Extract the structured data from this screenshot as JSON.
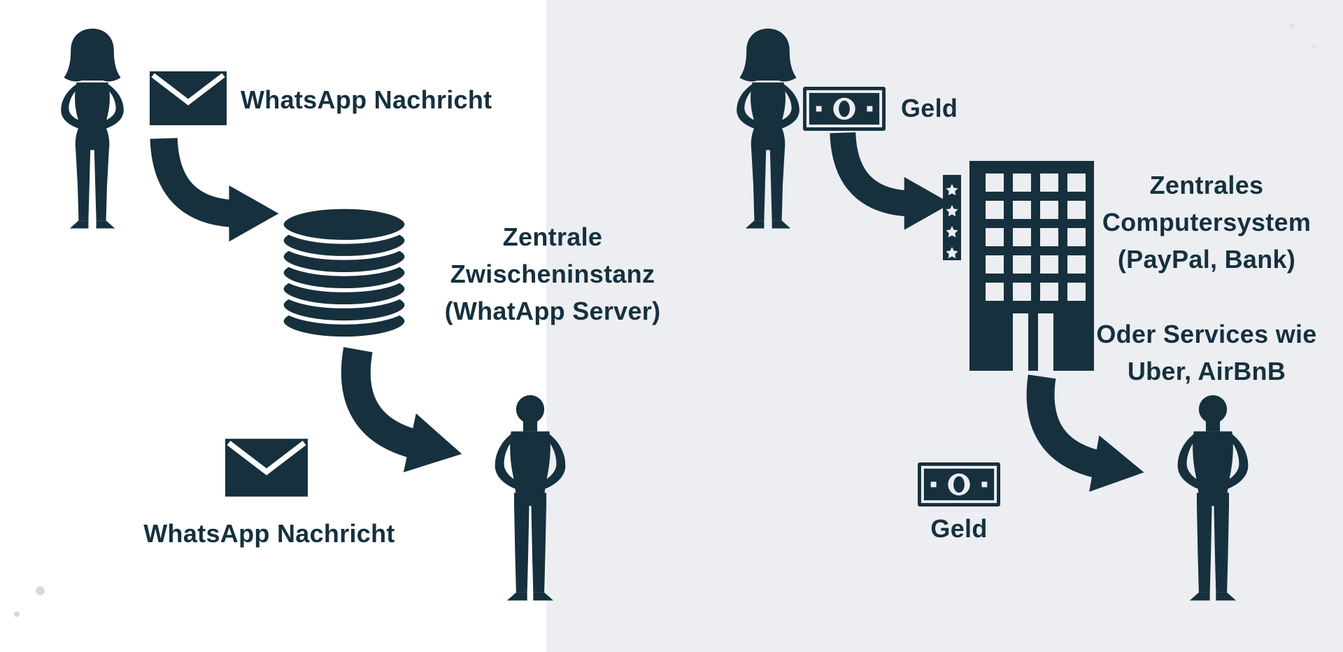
{
  "colors": {
    "ink": "#16303e",
    "left-bg": "#ffffff",
    "right-bg": "#eceef2",
    "dot-light": "#d9d9d9",
    "dot-gray": "#dfe2e7"
  },
  "left_panel": {
    "top_label": "WhatsApp Nachricht",
    "server_line1": "Zentrale",
    "server_line2": "Zwischeninstanz",
    "server_line3": "(WhatApp Server)",
    "bottom_label": "WhatsApp Nachricht"
  },
  "right_panel": {
    "top_label": "Geld",
    "system_line1": "Zentrales",
    "system_line2": "Computersystem",
    "system_line3": "(PayPal, Bank)",
    "services_line1": "Oder Services wie",
    "services_line2": "Uber, AirBnB",
    "bottom_label": "Geld"
  },
  "icons": {
    "woman-silhouette-icon": "svg woman standing, hands on hips",
    "man-silhouette-icon": "svg man standing, hands on hips",
    "envelope-icon": "svg filled envelope with flap lines",
    "curved-arrow-icon": "svg thick curved arrow pointing right",
    "database-icon": "svg stack of disks (server)",
    "money-bill-icon": "svg banknote with center oval",
    "building-icon": "svg office building with window grid and star column"
  }
}
